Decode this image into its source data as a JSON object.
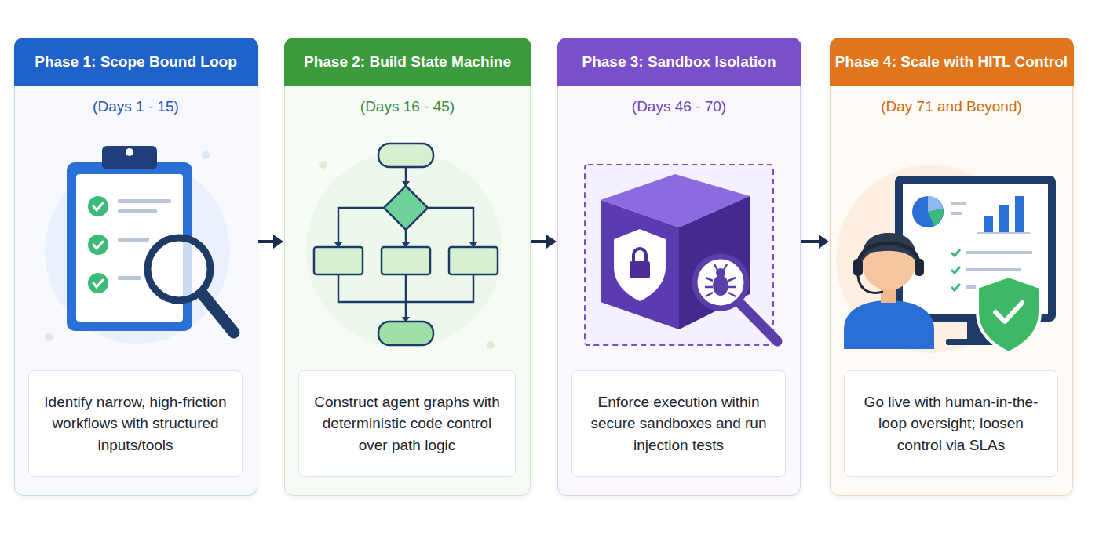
{
  "diagram": {
    "nodes": [
      {
        "text": [
          "Phase 1: Scope Bound Loop",
          "(Days 1 - 15)"
        ]
      },
      {
        "text": [
          "Identify narrow, high-friction workflows with structured inputs/tools"
        ],
        "in": 0
      },
      {
        "text": [
          "Phase 2: Build State Machine",
          "(Days 16 - 45)"
        ]
      },
      {
        "text": [
          "Construct agent graphs with deterministic code control over path logic"
        ],
        "in": 2
      },
      {
        "text": [
          "Phase 3: Sandbox Isolation",
          "(Days 46 - 70)"
        ]
      },
      {
        "text": [
          "Enforce execution within secure sandboxes and run injection tests"
        ],
        "in": 4
      },
      {
        "text": [
          "Phase 4: Scale with HITL Control",
          "(Day 71 and Beyond)"
        ]
      },
      {
        "text": [
          "Go live with human-in-the-loop oversight; loosen control via SLAs"
        ],
        "in": 6
      }
    ],
    "edges": [
      {
        "from": 0,
        "to": 2,
        "arrow": "to"
      },
      {
        "from": 2,
        "to": 4,
        "arrow": "to"
      },
      {
        "from": 4,
        "to": 6,
        "arrow": "to"
      }
    ]
  }
}
